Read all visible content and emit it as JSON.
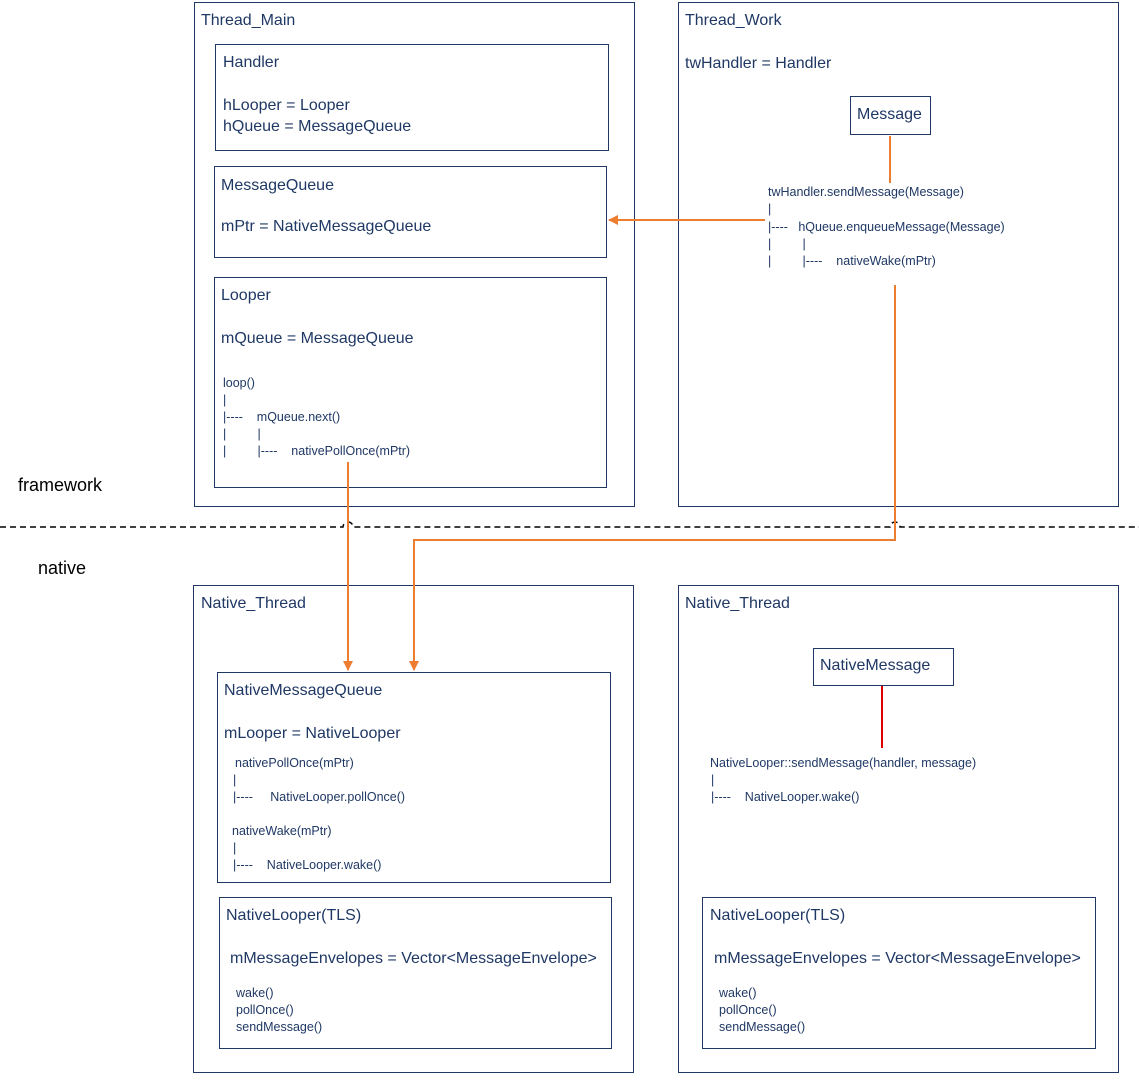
{
  "labels": {
    "framework": "framework",
    "native": "native"
  },
  "thread_main": {
    "title": "Thread_Main",
    "handler": {
      "title": "Handler",
      "line1": "hLooper = Looper",
      "line2": "hQueue = MessageQueue"
    },
    "message_queue": {
      "title": "MessageQueue",
      "line1": "mPtr = NativeMessageQueue"
    },
    "looper": {
      "title": "Looper",
      "line1": "mQueue = MessageQueue",
      "code": [
        "loop()",
        "|",
        "|----    mQueue.next()",
        "|         |",
        "|         |----    nativePollOnce(mPtr)"
      ]
    }
  },
  "thread_work": {
    "title": "Thread_Work",
    "line1": "twHandler = Handler",
    "message": "Message",
    "code": [
      "twHandler.sendMessage(Message)",
      "|",
      "|----   hQueue.enqueueMessage(Message)",
      "|         |",
      "|         |----    nativeWake(mPtr)"
    ]
  },
  "native_left": {
    "title": "Native_Thread",
    "nmq": {
      "title": "NativeMessageQueue",
      "line1": "mLooper = NativeLooper",
      "code1": [
        "nativePollOnce(mPtr)",
        "|",
        "|----     NativeLooper.pollOnce()"
      ],
      "code2": [
        "nativeWake(mPtr)",
        "|",
        "|----    NativeLooper.wake()"
      ]
    },
    "looper": {
      "title": "NativeLooper(TLS)",
      "line1": "mMessageEnvelopes = Vector<MessageEnvelope>",
      "code": [
        "wake()",
        "pollOnce()",
        "sendMessage()"
      ]
    }
  },
  "native_right": {
    "title": "Native_Thread",
    "message": "NativeMessage",
    "code": [
      "NativeLooper::sendMessage(handler, message)",
      "|",
      "|----    NativeLooper.wake()"
    ],
    "looper": {
      "title": "NativeLooper(TLS)",
      "line1": "mMessageEnvelopes = Vector<MessageEnvelope>",
      "code": [
        "wake()",
        "pollOnce()",
        "sendMessage()"
      ]
    }
  },
  "colors": {
    "box_border": "#1f3864",
    "text": "#1f3864",
    "arrow": "#ed7d31",
    "red_line": "#e00000",
    "divider": "#000000"
  }
}
